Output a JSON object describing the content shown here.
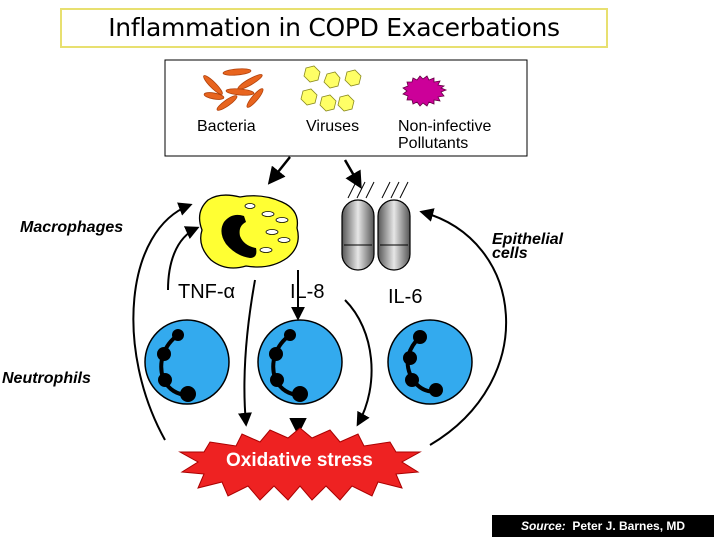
{
  "title": "Inflammation in COPD Exacerbations",
  "sources": {
    "bacteria": "Bacteria",
    "viruses": "Viruses",
    "pollutants_line1": "Non-infective",
    "pollutants_line2": "Pollutants"
  },
  "cells": {
    "macrophages": "Macrophages",
    "epithelial_line1": "Epithelial",
    "epithelial_line2": "cells",
    "neutrophils": "Neutrophils"
  },
  "cytokines": {
    "tnf_prefix": "TNF-",
    "tnf_symbol": "α",
    "il8": "IL-8",
    "il6": "IL-6"
  },
  "outcome": "Oxidative stress",
  "source": {
    "label": "Source:",
    "author": "Peter J. Barnes, MD"
  },
  "colors": {
    "title_border": "#e8e070",
    "bacteria": "#e8641e",
    "virus": "#ffff66",
    "pollutant": "#cc0099",
    "macrophage": "#ffff33",
    "neutrophil": "#33aaee",
    "burst": "#ee2222"
  }
}
